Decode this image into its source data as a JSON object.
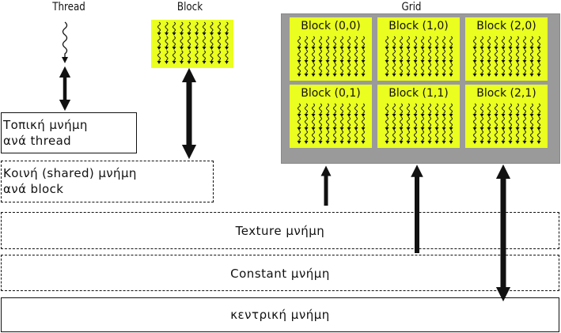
{
  "headers": {
    "thread": "Thread",
    "block": "Block",
    "grid": "Grid"
  },
  "grid_blocks": [
    {
      "label": "Block (0,0)"
    },
    {
      "label": "Block (1,0)"
    },
    {
      "label": "Block (2,0)"
    },
    {
      "label": "Block (0,1)"
    },
    {
      "label": "Block (1,1)"
    },
    {
      "label": "Block (2,1)"
    }
  ],
  "memory": {
    "local_line1": "Τοπική μνήμη",
    "local_line2": "ανά thread",
    "shared_line1": "Κοινή (shared) μνήμη",
    "shared_line2": "ανά block",
    "texture": "Texture μνήμη",
    "constant": "Constant μνήμη",
    "global": "κεντρική μνήμη"
  },
  "colors": {
    "block_fill": "#eaff1f",
    "grid_fill": "#9a9a9a"
  }
}
